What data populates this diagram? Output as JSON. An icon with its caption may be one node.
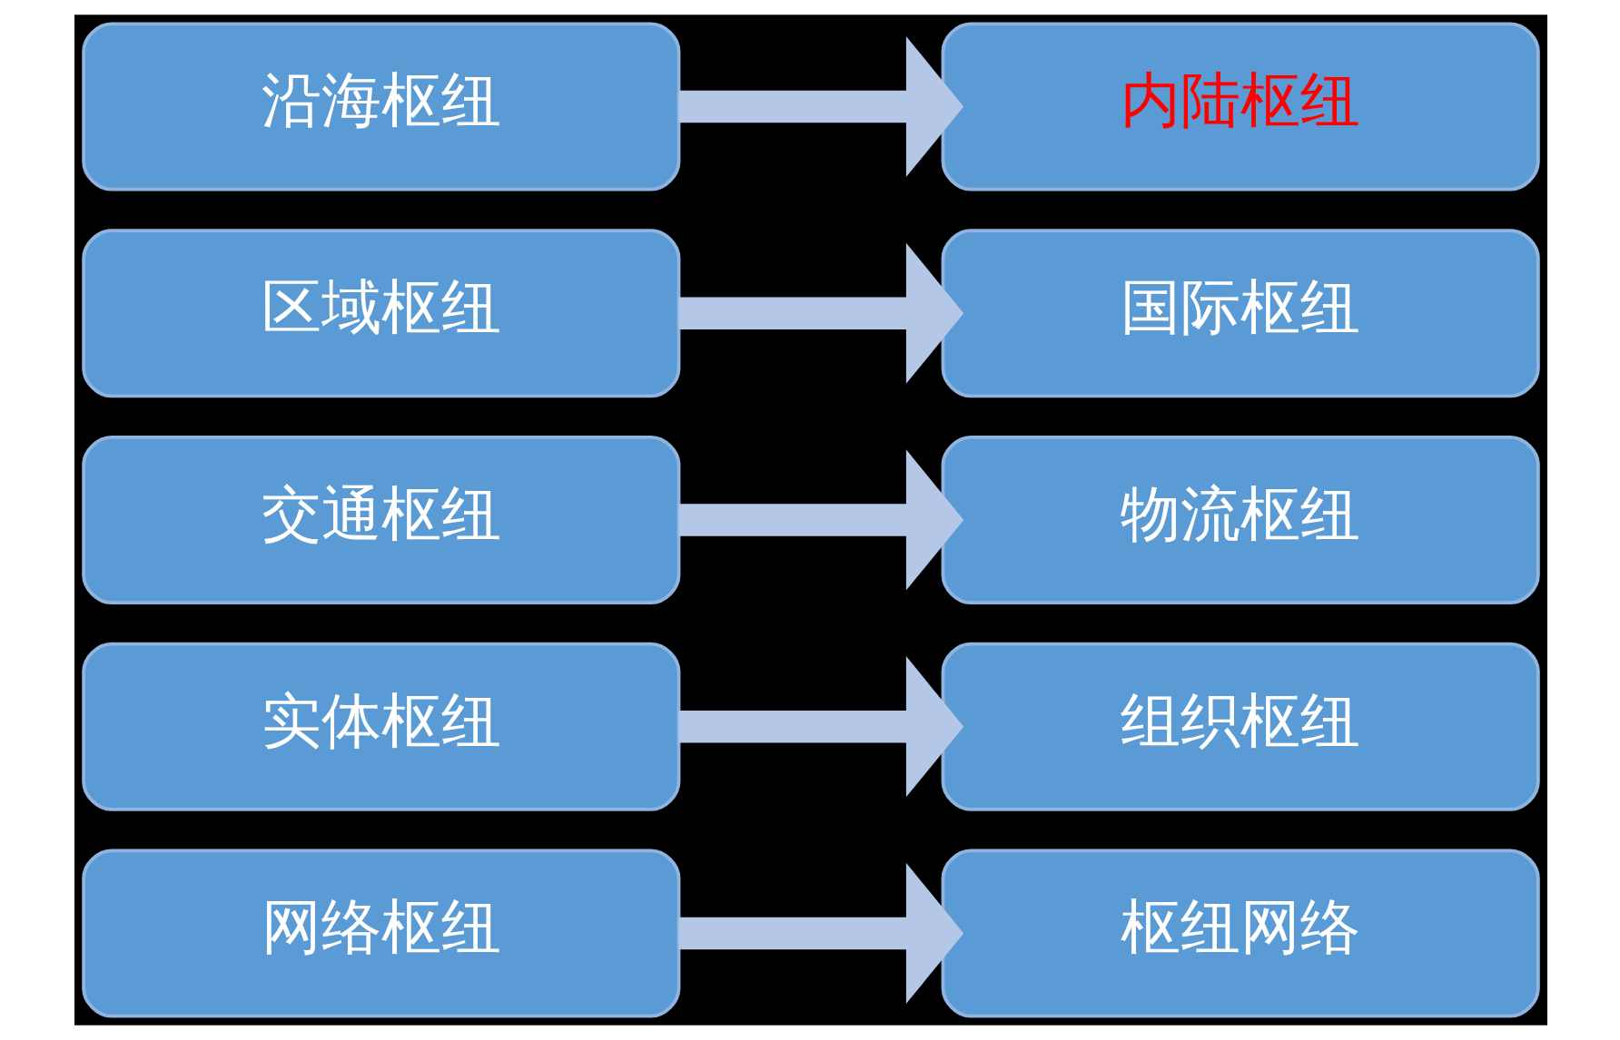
{
  "diagram": {
    "nodes": [
      {
        "text": [
          "网络枢纽"
        ]
      },
      {
        "text": [
          "枢纽网络"
        ]
      },
      {
        "text": [
          "实体枢纽"
        ]
      },
      {
        "text": [
          "组织枢纽"
        ]
      },
      {
        "text": [
          "交通枢纽"
        ]
      },
      {
        "text": [
          "物流枢纽"
        ]
      },
      {
        "text": [
          "区域枢纽"
        ]
      },
      {
        "text": [
          "国际枢纽"
        ]
      },
      {
        "text": [
          "沿海枢纽"
        ]
      },
      {
        "text": [
          "内陆枢纽"
        ]
      }
    ],
    "edges": [
      {
        "from": 0,
        "to": 1,
        "arrow": "to"
      },
      {
        "from": 2,
        "to": 3,
        "arrow": "to"
      },
      {
        "from": 4,
        "to": 5,
        "arrow": "to"
      },
      {
        "from": 6,
        "to": 7,
        "arrow": "to"
      },
      {
        "from": 8,
        "to": 9,
        "arrow": "to"
      }
    ]
  }
}
